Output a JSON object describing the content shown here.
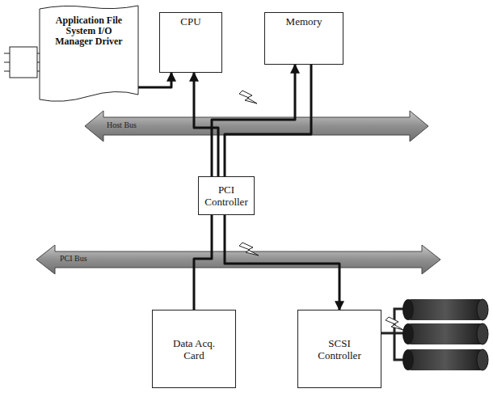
{
  "diagram": {
    "nodes": [
      {
        "text": [
          "Application File System I/O Manager Driver"
        ]
      },
      {
        "text": [
          "CPU"
        ]
      },
      {
        "text": [
          "Memory"
        ]
      },
      {
        "text": [
          "PCI Controller"
        ]
      },
      {
        "text": [
          "Data Acq. Card"
        ]
      },
      {
        "text": [
          "SCSI Controller"
        ]
      }
    ],
    "edges": [
      {
        "from": 0,
        "to": 1,
        "arrow": "to"
      },
      {
        "from": 3,
        "to": 1,
        "arrow": "to"
      },
      {
        "from": 3,
        "to": 2,
        "arrow": "to"
      },
      {
        "from": 4,
        "to": 3,
        "arrow": "none"
      },
      {
        "from": 2,
        "to": 3,
        "arrow": "none"
      },
      {
        "from": 3,
        "to": 5,
        "arrow": "to"
      }
    ],
    "labels": [
      "Host Bus",
      "PCI Bus"
    ]
  }
}
